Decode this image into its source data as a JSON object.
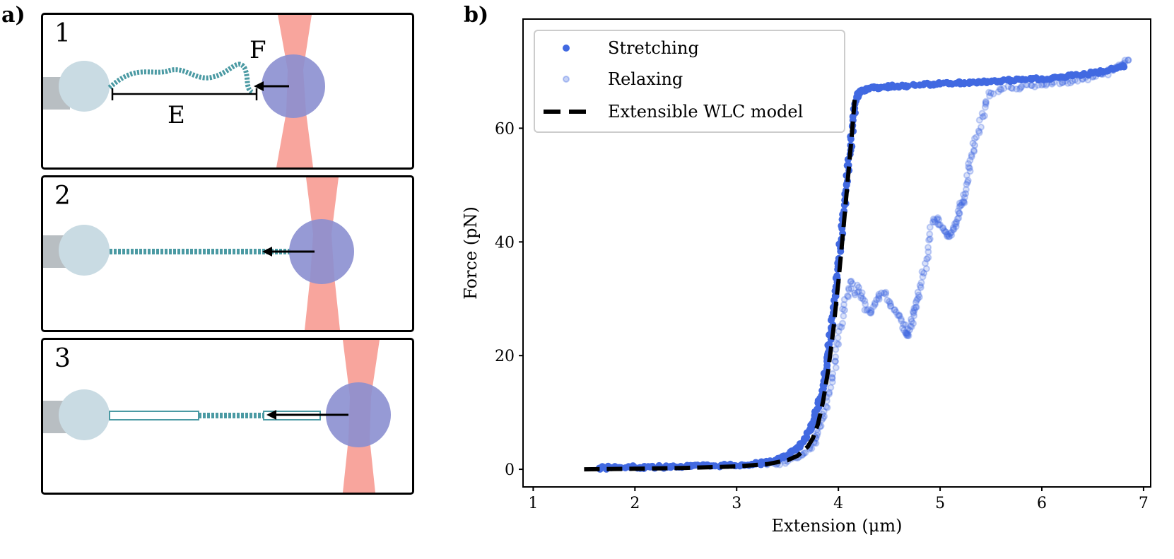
{
  "panel_a": {
    "label": "a)",
    "panels": [
      {
        "number": "1",
        "state": "relaxed coiled DNA",
        "force_label": "F",
        "extension_label": "E"
      },
      {
        "number": "2",
        "state": "stretched B-DNA"
      },
      {
        "number": "3",
        "state": "overstretched partially melted DNA"
      }
    ]
  },
  "panel_b": {
    "label": "b)"
  },
  "colors": {
    "stretching": "#4169e1",
    "relaxing": "#4169e1",
    "model": "#000000",
    "laser": "#f7958c",
    "bead_left": "#c9dbe3",
    "bead_right": "#8b8fd0",
    "dna": "#4b9aa3"
  },
  "chart_data": {
    "type": "scatter",
    "title": "",
    "xlabel": "Extension (μm)",
    "ylabel": "Force (pN)",
    "xlim": [
      0.9,
      7.07
    ],
    "ylim": [
      -3.1,
      79.2
    ],
    "xticks": [
      1,
      2,
      3,
      4,
      5,
      6,
      7
    ],
    "yticks": [
      0,
      20,
      40,
      60
    ],
    "grid": false,
    "legend": {
      "placement": "top-left",
      "entries": [
        {
          "label": "Stretching",
          "marker": "filled-dot"
        },
        {
          "label": "Relaxing",
          "marker": "faint-hollow-dot"
        },
        {
          "label": "Extensible WLC model",
          "marker": "dashed-line"
        }
      ]
    },
    "series": [
      {
        "name": "Stretching",
        "type": "scatter",
        "x": [
          1.65,
          1.75,
          1.85,
          1.95,
          2.05,
          2.15,
          2.25,
          2.35,
          2.45,
          2.55,
          2.65,
          2.75,
          2.85,
          2.95,
          3.05,
          3.15,
          3.25,
          3.32,
          3.4,
          3.46,
          3.52,
          3.58,
          3.63,
          3.68,
          3.72,
          3.76,
          3.79,
          3.82,
          3.85,
          3.87,
          3.89,
          3.91,
          3.93,
          3.95,
          3.97,
          3.99,
          4.0,
          4.02,
          4.04,
          4.06,
          4.08,
          4.1,
          4.12,
          4.14,
          4.16,
          4.18,
          4.2,
          4.25,
          4.3,
          4.35,
          4.42,
          4.5,
          4.58,
          4.66,
          4.8,
          4.9,
          5.0,
          5.1,
          5.2,
          5.3,
          5.4,
          5.5,
          5.6,
          5.7,
          5.8,
          5.9,
          6.0,
          6.1,
          6.2,
          6.3,
          6.4,
          6.5,
          6.6,
          6.7,
          6.8
        ],
        "y": [
          0.2,
          0.3,
          0.3,
          0.4,
          0.3,
          0.4,
          0.4,
          0.5,
          0.5,
          0.5,
          0.6,
          0.6,
          0.7,
          0.7,
          0.8,
          0.9,
          1.1,
          1.3,
          1.7,
          2.1,
          2.7,
          3.4,
          4.3,
          5.5,
          7.0,
          8.7,
          10.5,
          12.5,
          14.8,
          17.0,
          19.5,
          22.0,
          24.8,
          27.5,
          30.5,
          33.5,
          36.5,
          39.8,
          43.0,
          46.5,
          50.0,
          53.5,
          57.0,
          60.5,
          63.5,
          65.5,
          66.3,
          66.7,
          66.9,
          67.1,
          67.2,
          67.3,
          67.4,
          67.5,
          67.6,
          67.7,
          67.8,
          67.9,
          68.0,
          68.0,
          68.1,
          68.2,
          68.3,
          68.4,
          68.5,
          68.6,
          68.7,
          68.8,
          69.0,
          69.2,
          69.4,
          69.7,
          70.0,
          70.4,
          71.0
        ]
      },
      {
        "name": "Relaxing",
        "type": "scatter",
        "x": [
          6.85,
          6.8,
          6.75,
          6.7,
          6.6,
          6.5,
          6.4,
          6.3,
          6.2,
          6.1,
          6.0,
          5.9,
          5.8,
          5.7,
          5.6,
          5.5,
          5.45,
          5.42,
          5.38,
          5.34,
          5.31,
          5.29,
          5.27,
          5.25,
          5.23,
          5.21,
          5.19,
          5.16,
          5.13,
          5.1,
          5.07,
          5.04,
          5.0,
          4.97,
          4.93,
          4.9,
          4.87,
          4.84,
          4.81,
          4.78,
          4.76,
          4.74,
          4.72,
          4.7,
          4.68,
          4.66,
          4.64,
          4.6,
          4.55,
          4.5,
          4.45,
          4.4,
          4.36,
          4.32,
          4.28,
          4.24,
          4.2,
          4.16,
          4.12,
          4.09,
          4.06,
          4.03,
          4.0,
          3.97,
          3.94,
          3.91,
          3.88,
          3.85,
          3.82,
          3.79,
          3.76,
          3.72,
          3.66,
          3.6,
          3.5,
          3.4,
          3.3
        ],
        "y": [
          72.0,
          71.3,
          70.8,
          70.2,
          69.5,
          69.0,
          68.6,
          68.3,
          68.0,
          67.8,
          67.6,
          67.5,
          67.3,
          67.1,
          66.8,
          66.2,
          64.5,
          62.0,
          59.5,
          57.0,
          55.0,
          53.0,
          50.5,
          48.5,
          47.0,
          46.5,
          45.0,
          43.5,
          42.5,
          41.5,
          41.0,
          42.0,
          43.0,
          44.0,
          43.5,
          40.5,
          37.0,
          34.5,
          32.0,
          30.0,
          28.5,
          27.5,
          26.0,
          24.5,
          23.5,
          24.0,
          25.5,
          27.0,
          28.0,
          29.5,
          31.0,
          30.5,
          29.0,
          27.5,
          28.0,
          30.0,
          32.0,
          31.0,
          33.0,
          30.5,
          28.0,
          25.0,
          22.0,
          19.0,
          16.0,
          13.5,
          11.0,
          9.0,
          7.5,
          6.0,
          4.8,
          3.8,
          2.8,
          2.0,
          1.4,
          1.0,
          0.8
        ]
      },
      {
        "name": "Extensible WLC model",
        "type": "line",
        "x": [
          1.5,
          2.0,
          2.5,
          3.0,
          3.3,
          3.5,
          3.6,
          3.7,
          3.75,
          3.8,
          3.85,
          3.9,
          3.95,
          4.0,
          4.05,
          4.1,
          4.13,
          4.16
        ],
        "y": [
          0.0,
          0.1,
          0.25,
          0.5,
          0.9,
          1.6,
          2.4,
          4.0,
          5.5,
          8.0,
          12.0,
          17.5,
          24.5,
          33.0,
          42.5,
          52.5,
          58.5,
          65.0
        ]
      }
    ]
  }
}
